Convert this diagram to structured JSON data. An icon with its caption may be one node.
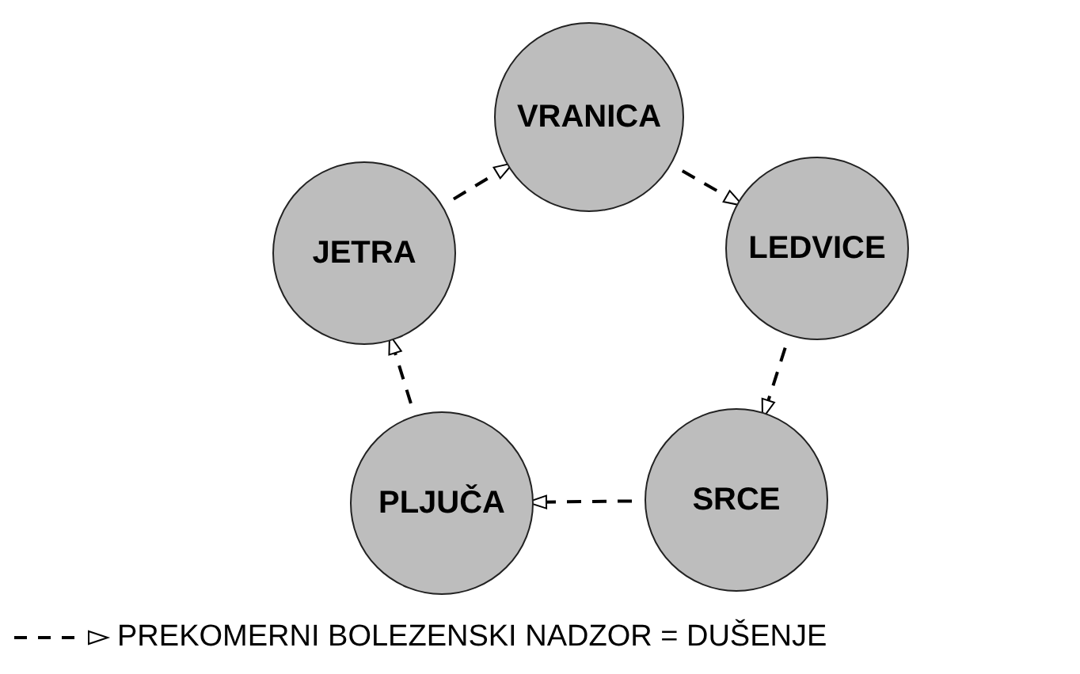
{
  "diagram": {
    "nodes": [
      {
        "text": [
          "VRANICA"
        ]
      },
      {
        "text": [
          "JETRA"
        ]
      },
      {
        "text": [
          "LEDVICE"
        ]
      },
      {
        "text": [
          "PLJUČA"
        ]
      },
      {
        "text": [
          "SRCE"
        ]
      }
    ],
    "edges": [
      {
        "from": 1,
        "to": 0,
        "arrow": "to",
        "style": "dashed"
      },
      {
        "from": 0,
        "to": 2,
        "arrow": "to",
        "style": "dashed"
      },
      {
        "from": 2,
        "to": 4,
        "arrow": "to",
        "style": "dashed"
      },
      {
        "from": 4,
        "to": 3,
        "arrow": "to",
        "style": "dashed"
      },
      {
        "from": 3,
        "to": 1,
        "arrow": "to",
        "style": "dashed"
      }
    ],
    "legend": [
      {
        "text": "PREKOMERNI BOLEZENSKI NADZOR = DUŠENJE"
      }
    ]
  }
}
